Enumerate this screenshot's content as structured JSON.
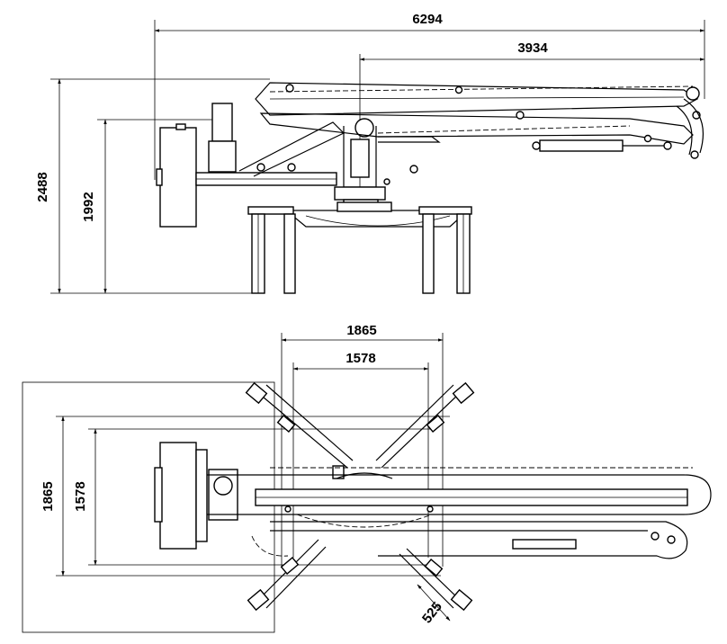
{
  "side_view": {
    "dim_overall_length": "6294",
    "dim_boom_reach": "3934",
    "dim_total_height": "2488",
    "dim_base_height": "1992"
  },
  "top_view": {
    "dim_outrigger_outer_span": "1865",
    "dim_outrigger_inner_span": "1578",
    "dim_side_outer": "1865",
    "dim_side_inner": "1578",
    "dim_leg_offset": "525"
  }
}
